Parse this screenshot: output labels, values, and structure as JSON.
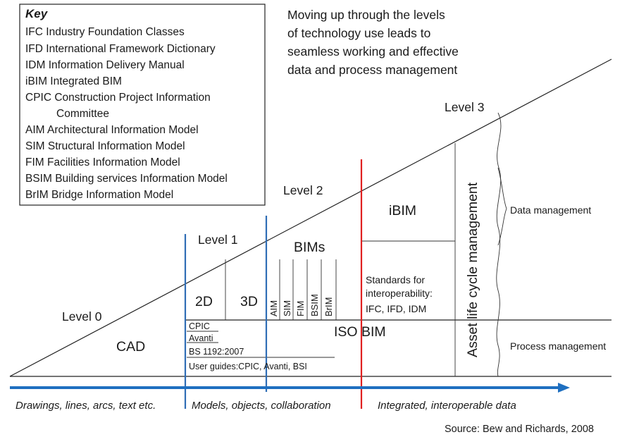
{
  "key": {
    "title": "Key",
    "entries": [
      "IFC Industry Foundation Classes",
      "IFD International Framework Dictionary",
      "IDM Information Delivery Manual",
      "iBIM Integrated BIM",
      "CPIC Construction Project Information",
      "Committee",
      "AIM Architectural Information Model",
      "SIM Structural Information Model",
      "FIM Facilities Information Model",
      "BSIM Building services Information Model",
      "BrIM Bridge Information Model"
    ]
  },
  "headline": [
    "Moving up through the levels",
    "of technology use leads to",
    "seamless working and effective",
    "data and process management"
  ],
  "levels": {
    "level0": "Level 0",
    "level1": "Level 1",
    "level2": "Level 2",
    "level3": "Level 3"
  },
  "cells": {
    "cad": "CAD",
    "two_d": "2D",
    "three_d": "3D",
    "bims": "BIMs",
    "ibim": "iBIM",
    "iso_bim": "ISO BIM",
    "asset": "Asset life cycle management",
    "data_mgmt": "Data management",
    "process_mgmt": "Process management"
  },
  "model_types": [
    "AIM",
    "SIM",
    "FIM",
    "BSIM",
    "BrIM"
  ],
  "standards_stack": [
    "CPIC",
    "Avanti",
    "BS 1192:2007",
    "User guides:CPIC, Avanti, BSI"
  ],
  "interop": [
    "Standards for",
    "interoperability:",
    "IFC, IFD, IDM"
  ],
  "bottom_labels": [
    "Drawings, lines, arcs, text etc.",
    "Models, objects, collaboration",
    "Integrated, interoperable data"
  ],
  "source": "Source: Bew and Richards, 2008",
  "colors": {
    "blue_divider": "#2f6db5",
    "red_divider": "#e02020",
    "arrow": "#1f6fc0",
    "ink": "#222222"
  }
}
